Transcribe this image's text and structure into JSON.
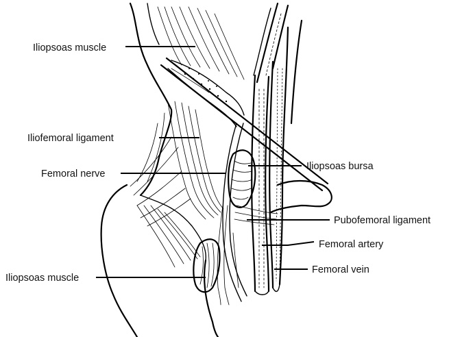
{
  "labels": {
    "iliopsoas_muscle_top": "Iliopsoas muscle",
    "iliofemoral_ligament": "Iliofemoral ligament",
    "femoral_nerve": "Femoral nerve",
    "iliopsoas_bursa": "Iliopsoas bursa",
    "pubofemoral_ligament": "Pubofemoral ligament",
    "femoral_artery": "Femoral artery",
    "femoral_vein": "Femoral vein",
    "iliopsoas_muscle_bottom": "Iliopsoas muscle"
  }
}
